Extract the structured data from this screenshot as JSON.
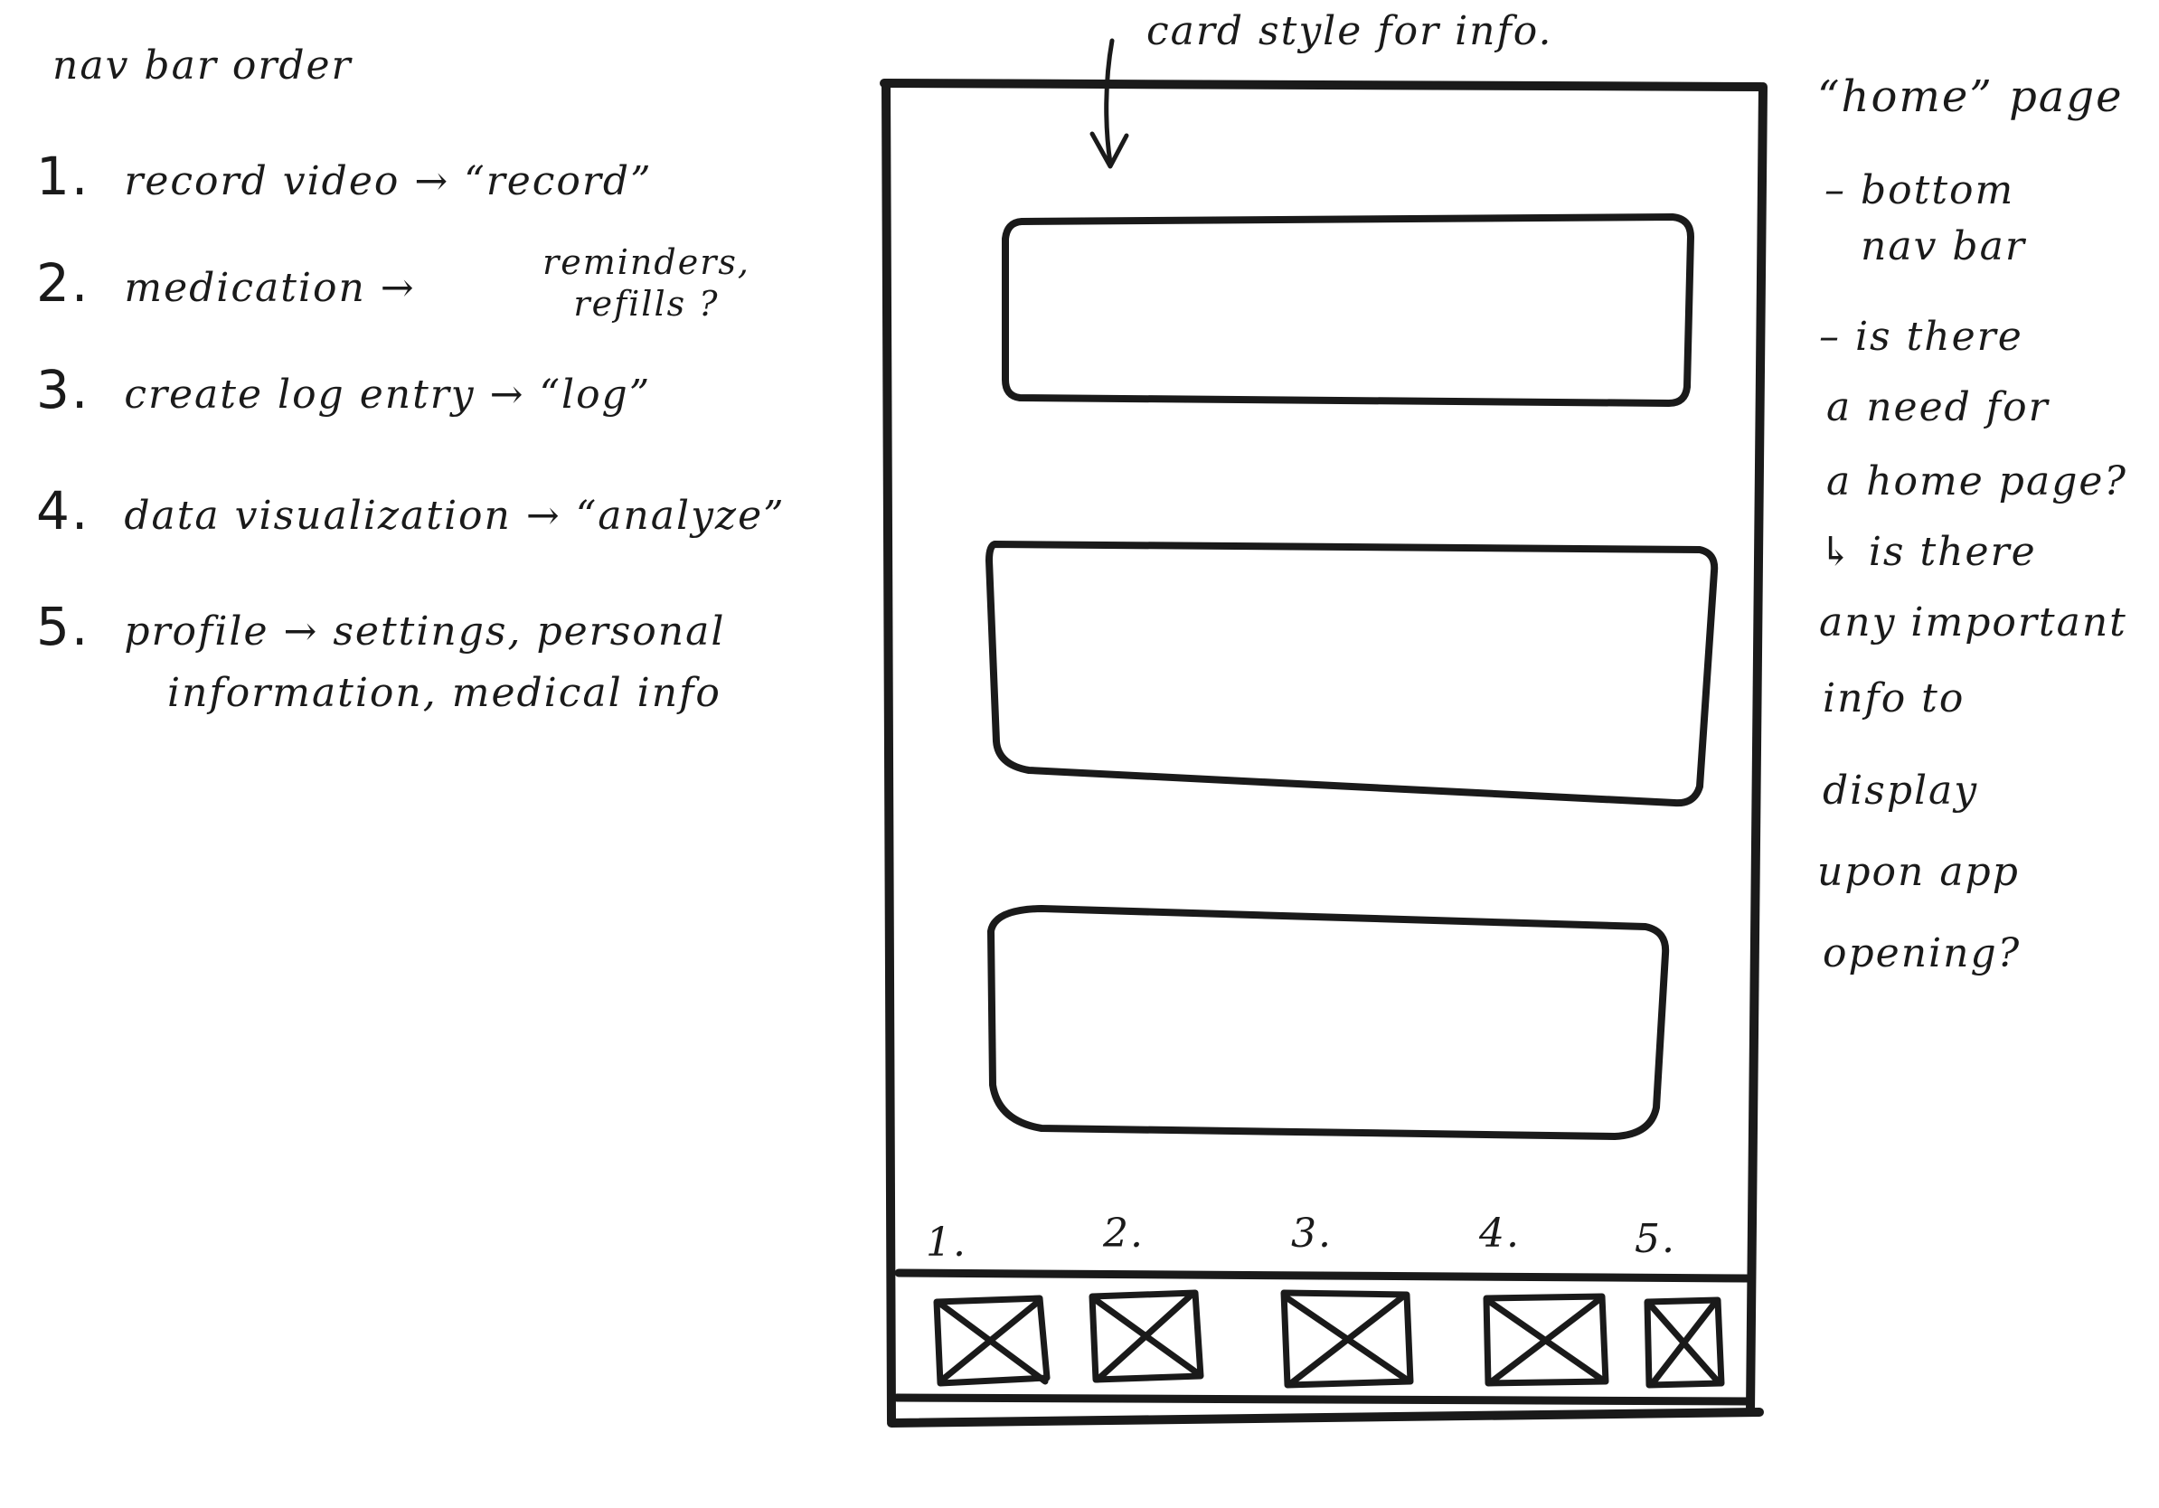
{
  "left_notes": {
    "heading": "nav bar order",
    "items": [
      {
        "num": "1.",
        "text": "record video → “record”",
        "aside": ""
      },
      {
        "num": "2.",
        "text": "medication →",
        "aside": "reminders, refills ?"
      },
      {
        "num": "3.",
        "text": "create log entry → “log”",
        "aside": ""
      },
      {
        "num": "4.",
        "text": "data visualization → “analyze”",
        "aside": ""
      },
      {
        "num": "5.",
        "text": "profile → settings, personal",
        "aside": ""
      }
    ],
    "item5_line2": "information, medical info"
  },
  "annotation_top": "card style for info.",
  "phone": {
    "nav_numbers": [
      "1.",
      "2.",
      "3.",
      "4.",
      "5."
    ],
    "nav_icons": [
      "placeholder-x-icon",
      "placeholder-x-icon",
      "placeholder-x-icon",
      "placeholder-x-icon",
      "placeholder-x-icon"
    ]
  },
  "right_notes": {
    "title": "“home” page",
    "lines": [
      "– bottom",
      "nav bar",
      "– is there",
      "a need for",
      "a home page?",
      "↳ is there",
      "any important",
      "info to",
      "display",
      "upon app",
      "opening?"
    ]
  }
}
